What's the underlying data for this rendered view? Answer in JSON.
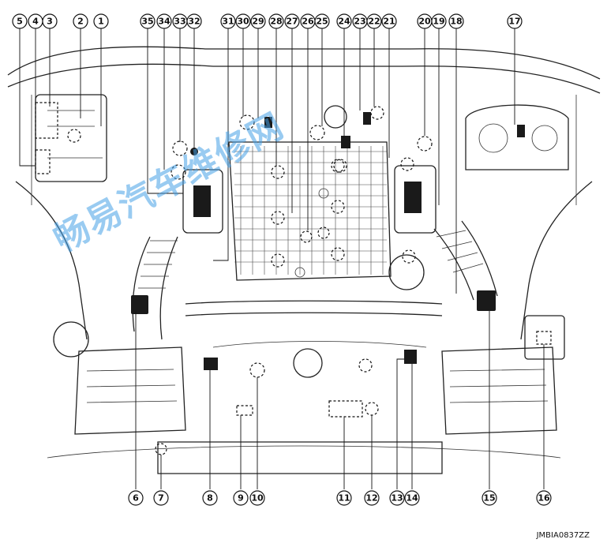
{
  "watermark_text": "畅易汽车维修网",
  "reference_code": "JMBIA0837ZZ",
  "callouts_top": [
    "5",
    "4",
    "3",
    "2",
    "1",
    "35",
    "34",
    "33",
    "32",
    "31",
    "30",
    "29",
    "28",
    "27",
    "26",
    "25",
    "24",
    "23",
    "22",
    "21",
    "20",
    "19",
    "18",
    "17"
  ],
  "callouts_bottom": [
    "6",
    "7",
    "8",
    "9",
    "10",
    "11",
    "12",
    "13",
    "14",
    "15",
    "16"
  ],
  "colors": {
    "ink": "#111111",
    "watermark": "#46a0e6"
  }
}
